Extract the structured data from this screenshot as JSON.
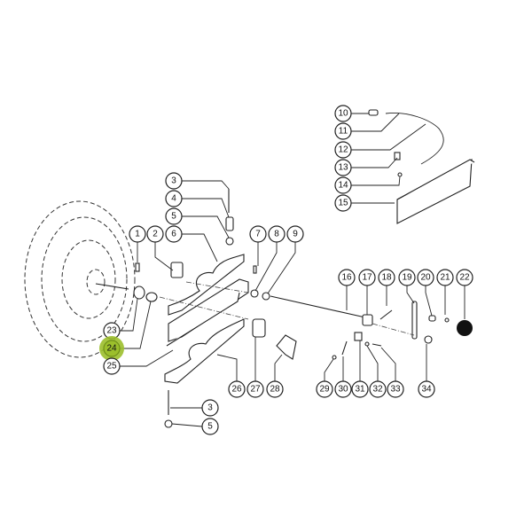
{
  "diagram": {
    "highlight_color": "#9cbf2c",
    "highlighted_part": "24",
    "callouts": {
      "c1": "1",
      "c2": "2",
      "c3a": "3",
      "c4": "4",
      "c5a": "5",
      "c6": "6",
      "c7": "7",
      "c8": "8",
      "c9": "9",
      "c10": "10",
      "c11": "11",
      "c12": "12",
      "c13": "13",
      "c14": "14",
      "c15": "15",
      "c16": "16",
      "c17": "17",
      "c18": "18",
      "c19": "19",
      "c20": "20",
      "c21": "21",
      "c22": "22",
      "c23": "23",
      "c24": "24",
      "c25": "25",
      "c26": "26",
      "c27": "27",
      "c28": "28",
      "c29": "29",
      "c30": "30",
      "c31": "31",
      "c32": "32",
      "c33": "33",
      "c34": "34",
      "c3b": "3",
      "c5b": "5"
    }
  }
}
